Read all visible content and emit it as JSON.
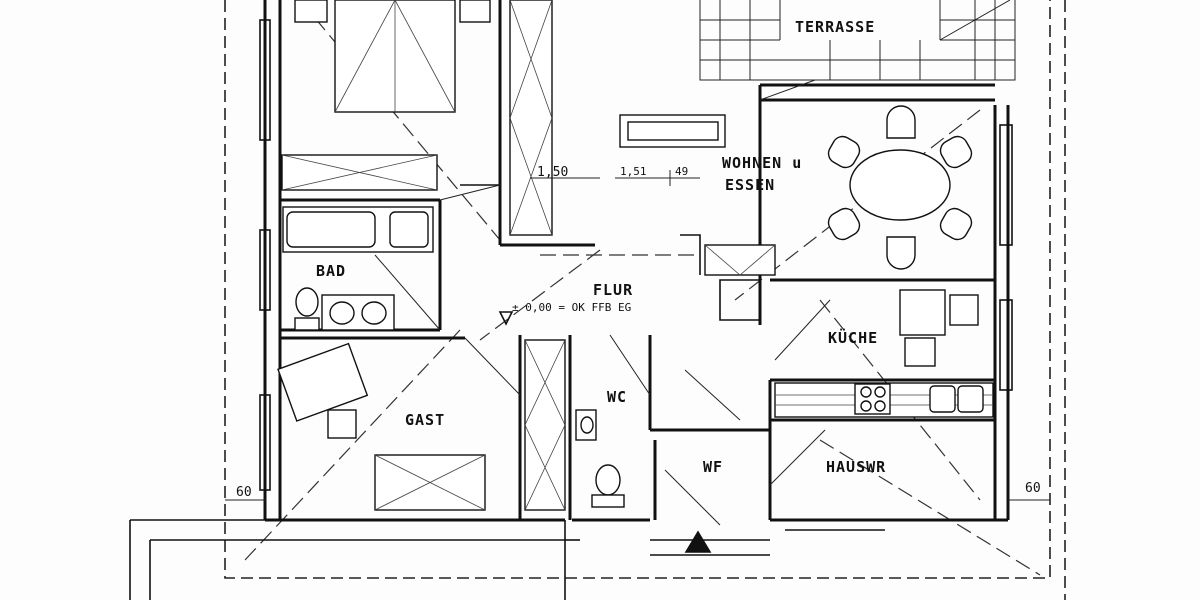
{
  "rooms": {
    "terrasse": "TERRASSE",
    "wohnen_line1": "WOHNEN u",
    "wohnen_line2": "ESSEN",
    "bad": "BAD",
    "flur": "FLUR",
    "kueche": "KÜCHE",
    "gast": "GAST",
    "wc": "WC",
    "wf": "WF",
    "hauswr": "HAUSWR"
  },
  "dimensions": {
    "d150": "1,50",
    "d151": "1,51",
    "d49": "49",
    "d60_left": "60",
    "d60_right": "60"
  },
  "level_note": "± 0,00 = OK FFB EG"
}
